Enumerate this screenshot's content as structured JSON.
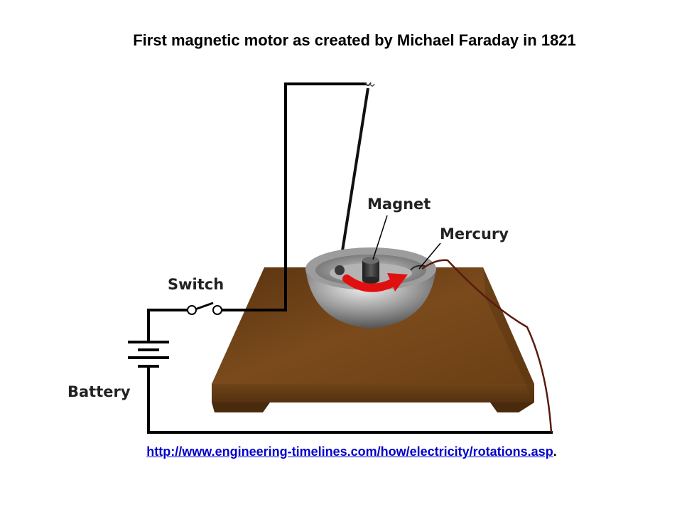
{
  "title": "First magnetic motor as created by Michael Faraday in 1821",
  "labels": {
    "magnet": "Magnet",
    "mercury": "Mercury",
    "switch": "Switch",
    "battery": "Battery"
  },
  "source": {
    "url": "http://www.engineering-timelines.com/how/electricity/rotations.asp",
    "trailing": "."
  },
  "colors": {
    "base": "#6b3f14",
    "base_dark": "#4a2a0c",
    "arrow": "#e01010",
    "link": "#0000cc",
    "wire": "#000000",
    "lead_wire": "#5a1a0e"
  }
}
